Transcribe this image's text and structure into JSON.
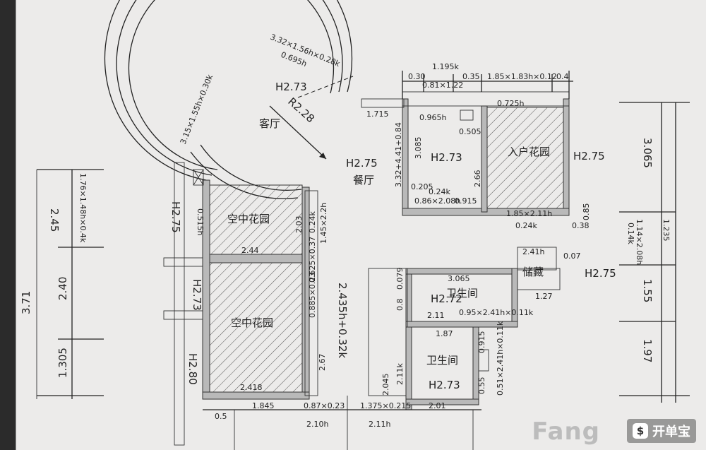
{
  "rooms": {
    "living": "客厅",
    "dining": "餐厅",
    "entry_garden": "入户花园",
    "sky_garden_upper": "空中花园",
    "sky_garden_lower": "空中花园",
    "storage": "储藏",
    "bathroom_upper": "卫生间",
    "bathroom_lower": "卫生间"
  },
  "heights": {
    "living": "H2.73",
    "dining": "H2.75",
    "entry_garden": "H2.75",
    "left_upper": "H2.75",
    "left_lower": "H2.73",
    "mid_room": "H2.73",
    "storage": "H2.75",
    "bathroom_upper": "H2.72",
    "bathroom_lower": "H2.73",
    "left_bottom": "H2.80"
  },
  "radius": "R2.28",
  "dims": {
    "arc_window_top": "3.32×1.56h×0.28k",
    "arc_window_top_area": "0.695h",
    "arc_window_left": "3.15×1.55h×0.30k",
    "top_030": "0.30",
    "top_1195": "1.195k",
    "top_081": "0.81×1.22",
    "top_035": "0.35",
    "top_185": "1.85×1.83h×0.12",
    "top_04": "0.4",
    "d_1715": "1.715",
    "d_0965": "0.965h",
    "d_0505": "0.505",
    "d_0725": "0.725h",
    "d_3324": "3.32+4.41+0.84",
    "d_3085": "3.085",
    "d_266": "2.66",
    "d_0205": "0.205",
    "d_024k": "0.24k",
    "d_086": "0.86×2.08h",
    "d_0915": "0.915",
    "d_185b": "1.85×2.11h",
    "d_024k2": "0.24k",
    "d_085": "0.85",
    "d_038": "0.38",
    "d_0515": "0.515h",
    "d_203": "2.03",
    "d_024k3": "0.24k",
    "d_145": "1.45×2.2h",
    "d_244": "2.44",
    "d_0625": "0.625×0.37",
    "d_0885": "0.885×0.23",
    "d_2435": "2.435h+0.32k",
    "d_267": "2.67",
    "d_2418": "2.418",
    "d_1845": "1.845",
    "d_087": "0.87×0.23",
    "d_210h": "2.10h",
    "d_1375": "1.375×0.215",
    "d_211h": "2.11h",
    "d_201": "2.01",
    "d_05": "0.5",
    "d_3065": "3.065",
    "d_241h": "2.41h",
    "d_007": "0.07",
    "d_127": "1.27",
    "d_095": "0.95×2.41h×0.11k",
    "d_211": "2.11",
    "d_08": "0.8",
    "d_187": "1.87",
    "d_0915b": "0.915",
    "d_0514": "0.51×2.41h×0.11k",
    "d_211k": "2.11k",
    "d_2045": "2.045",
    "d_055": "0.55",
    "d_0079": "0.079",
    "left_245": "2.45",
    "left_176": "1.76×1.48h×0.4k",
    "left_371": "3.71",
    "left_240": "2.40",
    "left_1305": "1.305",
    "right_3065": "3.065",
    "right_114": "1.14×2.08h",
    "right_1235": "1.235",
    "right_014k": "0.14k",
    "right_155": "1.55",
    "right_197": "1.97"
  },
  "watermark": {
    "icon": "$",
    "text": "开单宝",
    "faded": "Fang"
  }
}
